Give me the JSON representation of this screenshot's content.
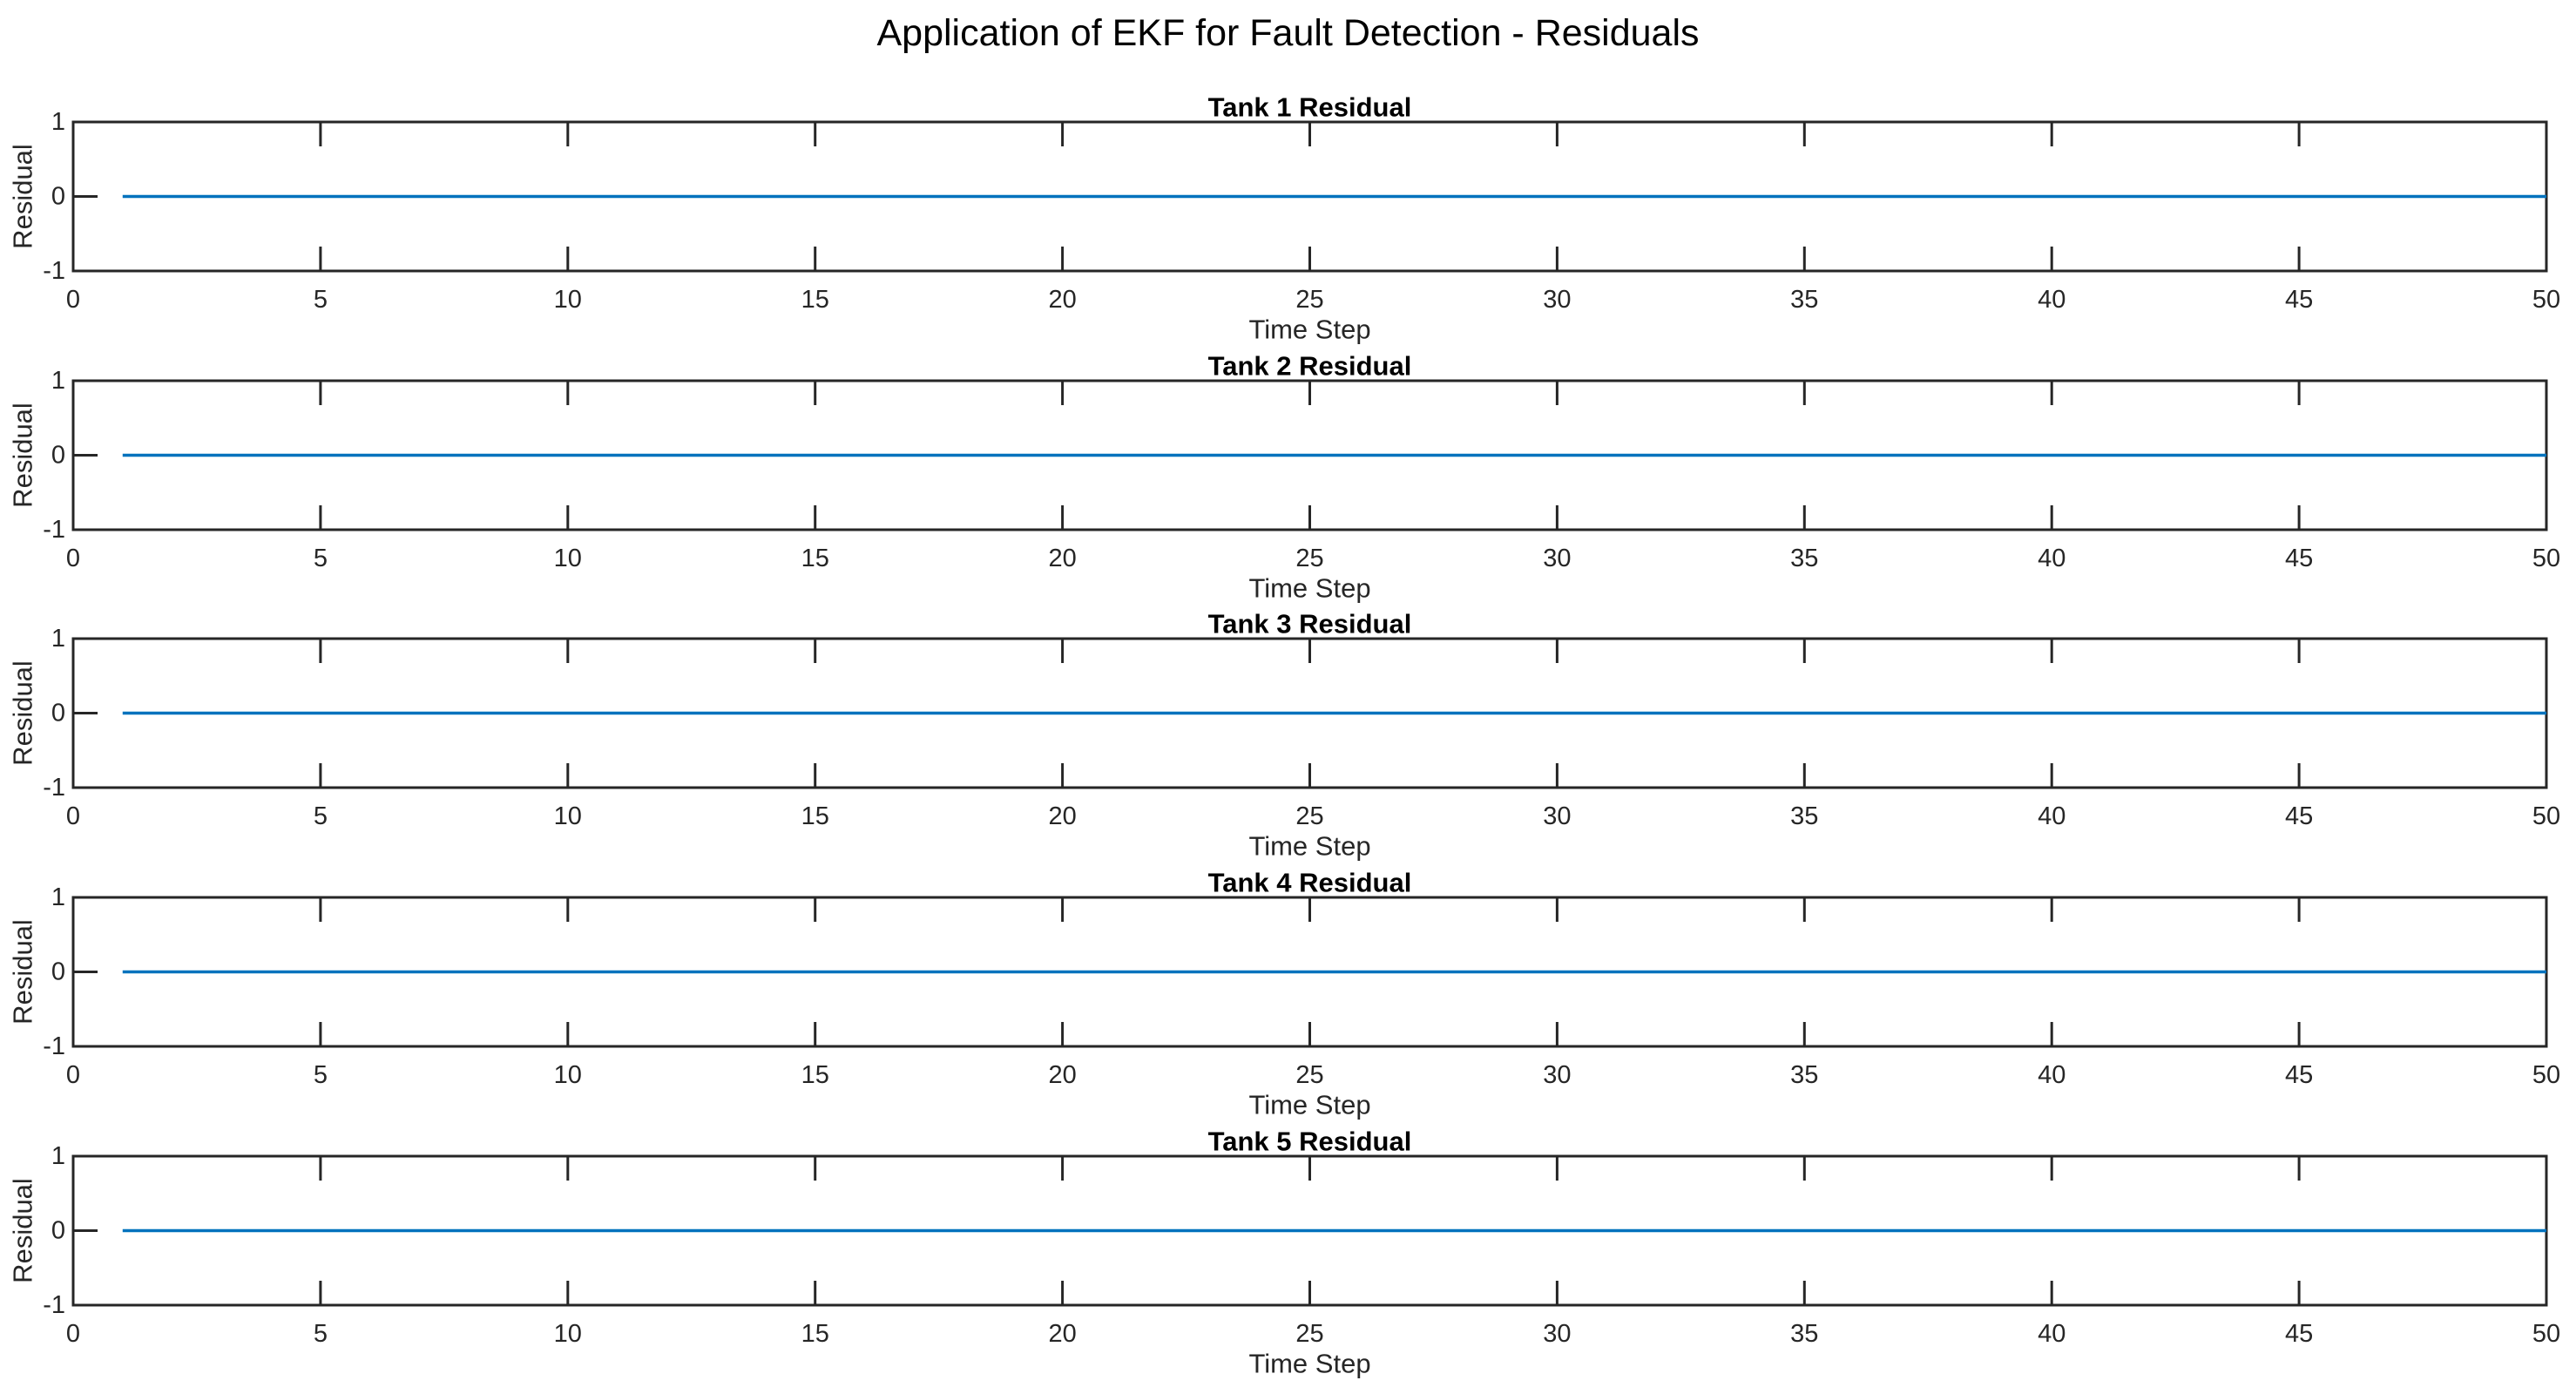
{
  "figure": {
    "title": "Application of EKF for Fault Detection - Residuals",
    "background_color": "#ffffff",
    "axis_color": "#262626",
    "line_color": "#0072bd"
  },
  "chart_data": [
    {
      "type": "line",
      "title": "Tank 1 Residual",
      "xlabel": "Time Step",
      "ylabel": "Residual",
      "xlim": [
        0,
        50
      ],
      "ylim": [
        -1,
        1
      ],
      "xticks": [
        0,
        5,
        10,
        15,
        20,
        25,
        30,
        35,
        40,
        45,
        50
      ],
      "yticks": [
        -1,
        0,
        1
      ],
      "grid": false,
      "series": [
        {
          "name": "residual",
          "color": "#0072bd",
          "x": [
            1,
            50
          ],
          "y": [
            0,
            0
          ]
        }
      ]
    },
    {
      "type": "line",
      "title": "Tank 2 Residual",
      "xlabel": "Time Step",
      "ylabel": "Residual",
      "xlim": [
        0,
        50
      ],
      "ylim": [
        -1,
        1
      ],
      "xticks": [
        0,
        5,
        10,
        15,
        20,
        25,
        30,
        35,
        40,
        45,
        50
      ],
      "yticks": [
        -1,
        0,
        1
      ],
      "grid": false,
      "series": [
        {
          "name": "residual",
          "color": "#0072bd",
          "x": [
            1,
            50
          ],
          "y": [
            0,
            0
          ]
        }
      ]
    },
    {
      "type": "line",
      "title": "Tank 3 Residual",
      "xlabel": "Time Step",
      "ylabel": "Residual",
      "xlim": [
        0,
        50
      ],
      "ylim": [
        -1,
        1
      ],
      "xticks": [
        0,
        5,
        10,
        15,
        20,
        25,
        30,
        35,
        40,
        45,
        50
      ],
      "yticks": [
        -1,
        0,
        1
      ],
      "grid": false,
      "series": [
        {
          "name": "residual",
          "color": "#0072bd",
          "x": [
            1,
            50
          ],
          "y": [
            0,
            0
          ]
        }
      ]
    },
    {
      "type": "line",
      "title": "Tank 4 Residual",
      "xlabel": "Time Step",
      "ylabel": "Residual",
      "xlim": [
        0,
        50
      ],
      "ylim": [
        -1,
        1
      ],
      "xticks": [
        0,
        5,
        10,
        15,
        20,
        25,
        30,
        35,
        40,
        45,
        50
      ],
      "yticks": [
        -1,
        0,
        1
      ],
      "grid": false,
      "series": [
        {
          "name": "residual",
          "color": "#0072bd",
          "x": [
            1,
            50
          ],
          "y": [
            0,
            0
          ]
        }
      ]
    },
    {
      "type": "line",
      "title": "Tank 5 Residual",
      "xlabel": "Time Step",
      "ylabel": "Residual",
      "xlim": [
        0,
        50
      ],
      "ylim": [
        -1,
        1
      ],
      "xticks": [
        0,
        5,
        10,
        15,
        20,
        25,
        30,
        35,
        40,
        45,
        50
      ],
      "yticks": [
        -1,
        0,
        1
      ],
      "grid": false,
      "series": [
        {
          "name": "residual",
          "color": "#0072bd",
          "x": [
            1,
            50
          ],
          "y": [
            0,
            0
          ]
        }
      ]
    }
  ]
}
